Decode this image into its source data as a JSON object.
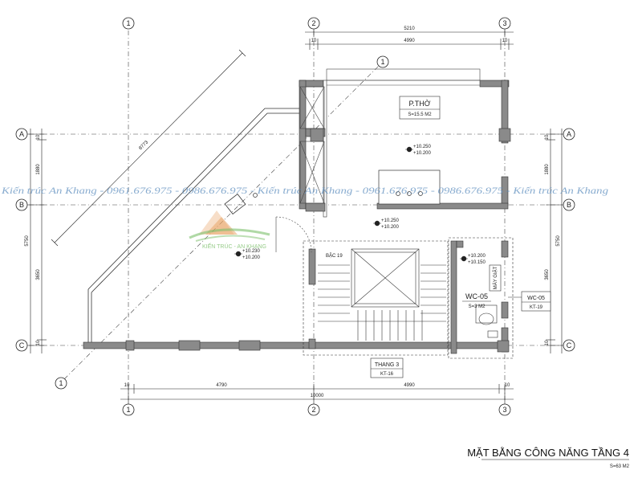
{
  "axes": {
    "top": [
      "1",
      "2",
      "3"
    ],
    "bottom": [
      "1",
      "2",
      "3"
    ],
    "left": [
      "A",
      "B",
      "C"
    ],
    "right": [
      "A",
      "B",
      "C"
    ],
    "diagonal": [
      "1",
      "1"
    ]
  },
  "dimensions": {
    "top_total": "5210",
    "top_inner": "4990",
    "top_left_end": "10",
    "top_right_end": "10",
    "bottom_left_span": "4790",
    "bottom_right_span": "4990",
    "bottom_total": "10000",
    "bottom_left_end": "10",
    "bottom_right_end": "10",
    "left_upper": "1880",
    "left_lower": "3650",
    "left_total": "5750",
    "left_top_end": "10",
    "left_bottom_end": "10",
    "right_upper": "1880",
    "right_lower": "3650",
    "right_total": "5750",
    "right_top_end": "10",
    "right_bottom_end": "10",
    "diagonal": "8773"
  },
  "rooms": {
    "altar": {
      "name": "P.THỜ",
      "area": "S=15.5 M2"
    },
    "wc": {
      "name": "WC-05",
      "area": "S=3 M2"
    },
    "wc_tag": {
      "name": "WC-05",
      "code": "KT-19"
    },
    "stair": {
      "name": "THANG 3",
      "code": "KT-16"
    },
    "steps": "BẬC 19",
    "heater": "MÁY GIẶT"
  },
  "levels": {
    "altar": [
      "+10.250",
      "+10.200"
    ],
    "hall": [
      "+10.250",
      "+10.200"
    ],
    "terrace": [
      "+10.230",
      "+10.200"
    ],
    "wc": [
      "+10.200",
      "+10.150"
    ]
  },
  "watermark": {
    "text": "Kiến trúc An Khang - 0961.676.975 - 0986.676.975 - Kiến trúc An Khang - 0961.676.975 - 0986.676.975 - Kiến trúc An Khang",
    "logo_text": "KIẾN TRÚC - AN KHANG"
  },
  "title": {
    "main": "MẶT BẰNG CÔNG NĂNG TẦNG 4",
    "area": "S=63 M2"
  },
  "colors": {
    "wall": "#8a8a8a",
    "line": "#222222",
    "watermark": "#5f8fbf",
    "logo_green": "#7bbf6a",
    "logo_orange": "#e8a060"
  }
}
